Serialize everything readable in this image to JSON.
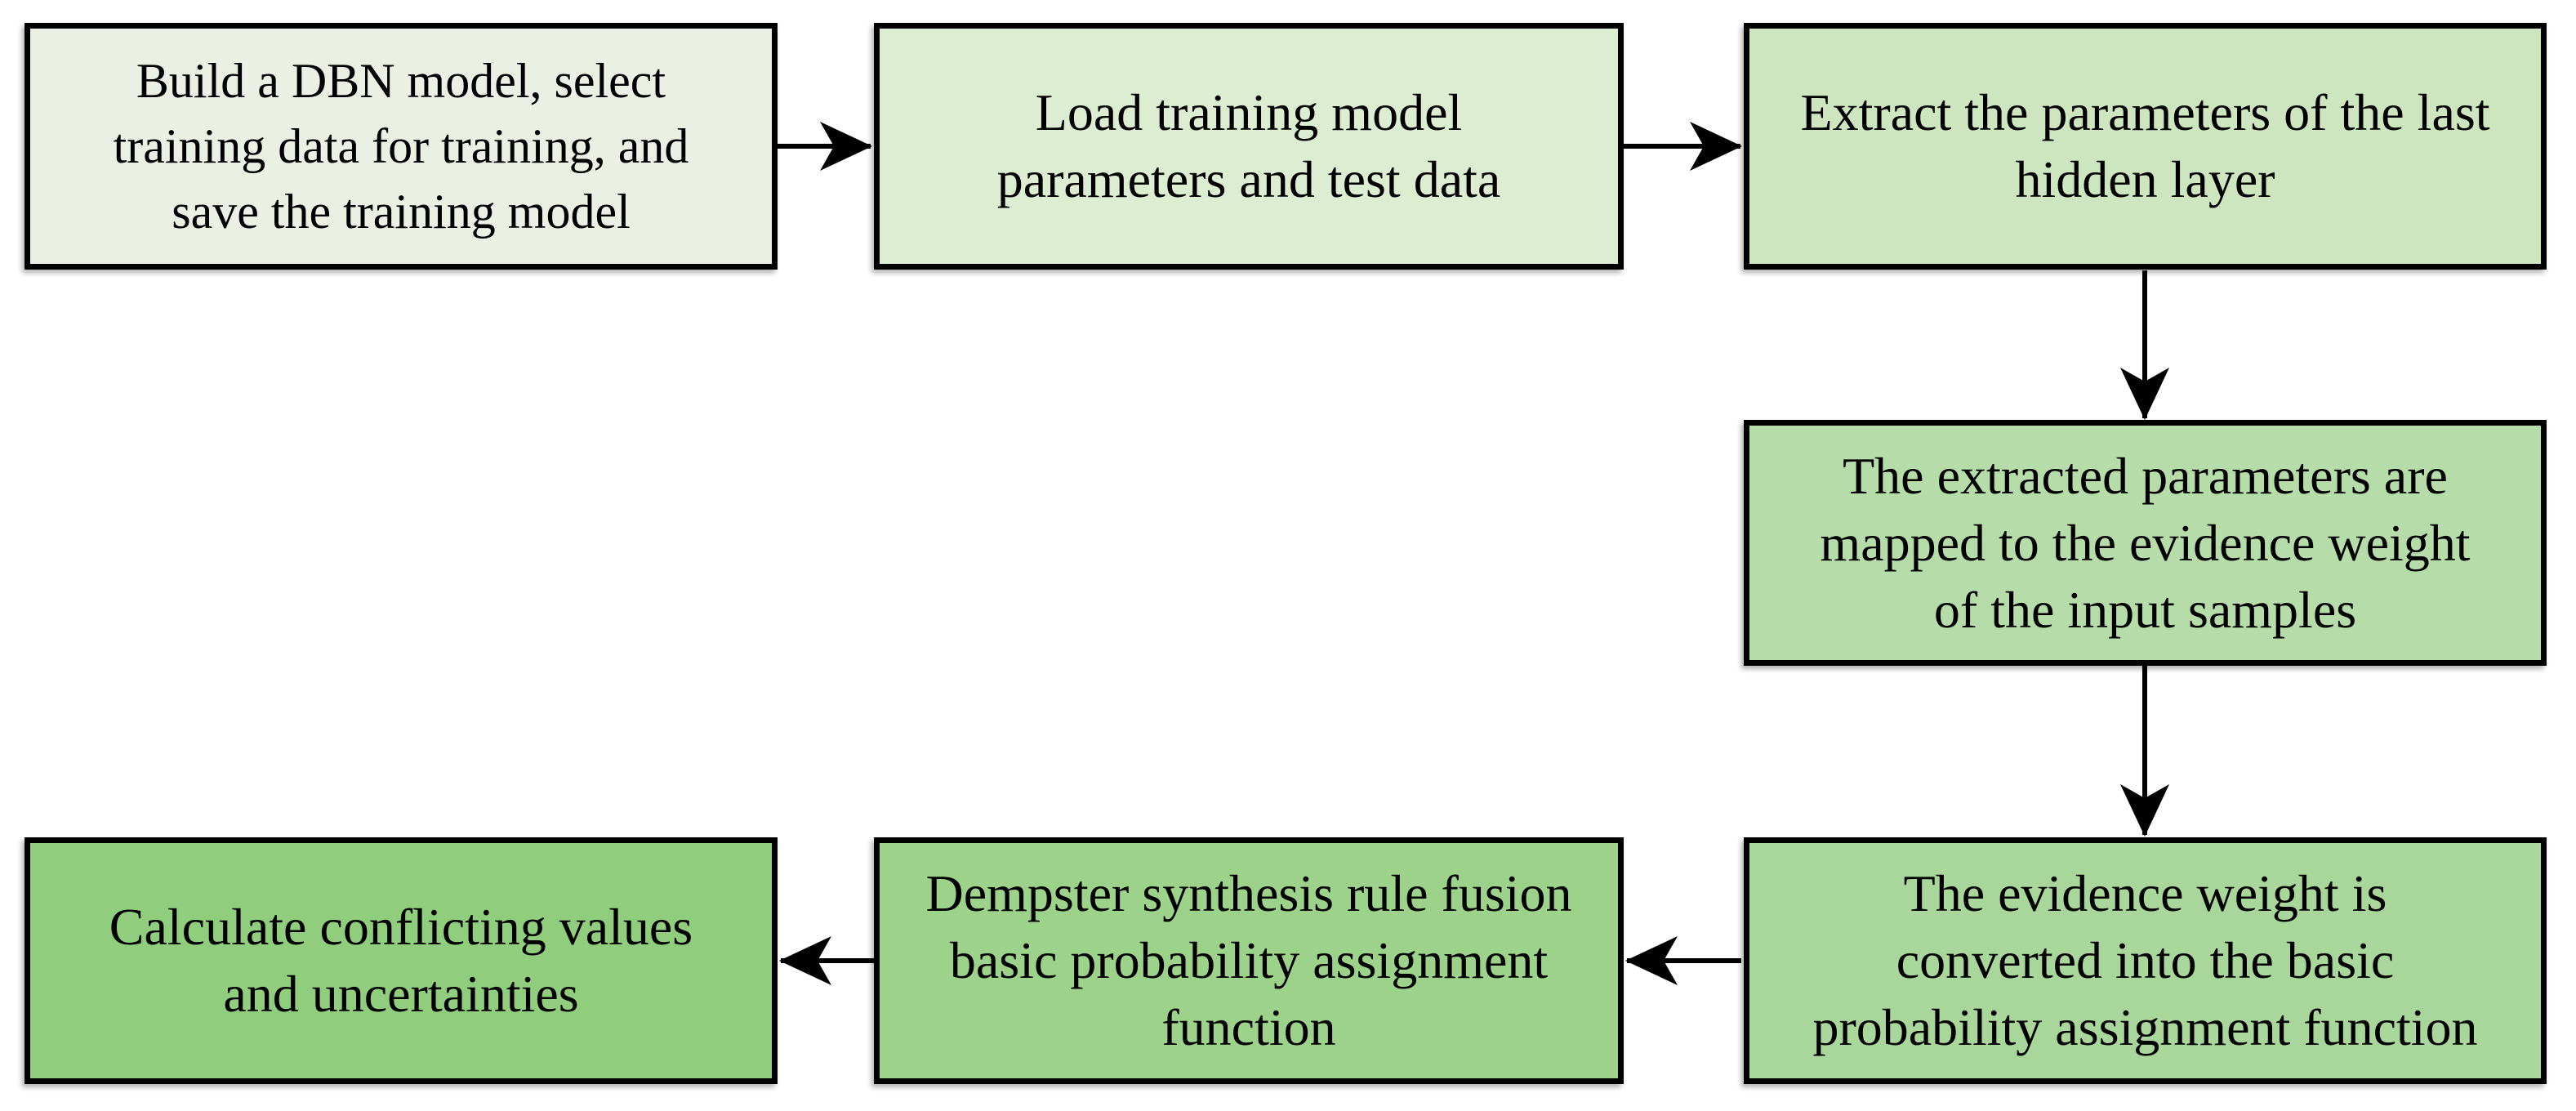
{
  "colors": {
    "background": "#ffffff",
    "stroke": "#000000",
    "arrow": "#000000",
    "text": "#000000"
  },
  "nodes": [
    {
      "id": "build-dbn-model",
      "fill": "#eaf1e4",
      "lines": [
        "Build a DBN model, select",
        "training data for training, and",
        "save the training model"
      ]
    },
    {
      "id": "load-training-model",
      "fill": "#dcedd2",
      "lines": [
        "Load training model",
        "parameters and test data"
      ]
    },
    {
      "id": "extract-last-hidden-parameters",
      "fill": "#cde6c0",
      "lines": [
        "Extract the parameters of the last",
        "hidden layer"
      ]
    },
    {
      "id": "map-to-evidence-weight",
      "fill": "#b6dcaa",
      "lines": [
        "The extracted parameters are",
        "mapped to the evidence weight",
        "of the input samples"
      ]
    },
    {
      "id": "convert-to-bpa",
      "fill": "#a9d69a",
      "lines": [
        "The evidence weight is",
        "converted into the basic",
        "probability assignment function"
      ]
    },
    {
      "id": "dempster-fusion",
      "fill": "#9cd289",
      "lines": [
        "Dempster synthesis rule fusion",
        "basic probability assignment",
        "function"
      ]
    },
    {
      "id": "calculate-conflict",
      "fill": "#90ce7e",
      "lines": [
        "Calculate conflicting values",
        "and uncertainties"
      ]
    }
  ],
  "edges": [
    {
      "from": "build-dbn-model",
      "to": "load-training-model",
      "direction": "right"
    },
    {
      "from": "load-training-model",
      "to": "extract-last-hidden-parameters",
      "direction": "right"
    },
    {
      "from": "extract-last-hidden-parameters",
      "to": "map-to-evidence-weight",
      "direction": "down"
    },
    {
      "from": "map-to-evidence-weight",
      "to": "convert-to-bpa",
      "direction": "down"
    },
    {
      "from": "convert-to-bpa",
      "to": "dempster-fusion",
      "direction": "left"
    },
    {
      "from": "dempster-fusion",
      "to": "calculate-conflict",
      "direction": "left"
    }
  ]
}
